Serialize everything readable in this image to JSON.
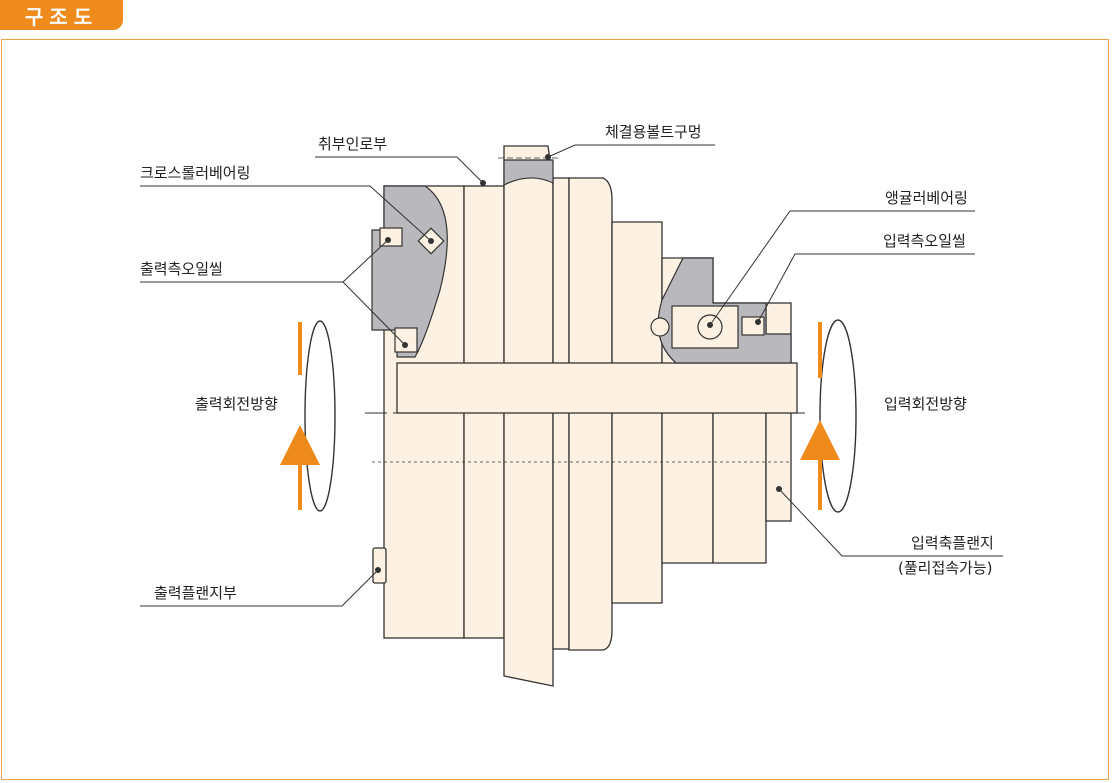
{
  "header": {
    "tag": "구조도"
  },
  "labels": {
    "cross_roller_bearing": "크로스롤러베어링",
    "mounting_spigot": "취부인로부",
    "fastening_bolt_hole": "체결용볼트구멍",
    "angular_bearing": "앵귤러베어링",
    "input_oil_seal": "입력측오일씰",
    "output_oil_seal": "출력측오일씰",
    "output_rotation": "출력회전방향",
    "input_rotation": "입력회전방향",
    "input_shaft_flange": "입력축플랜지",
    "pulley_connectable": "(풀리접속가능)",
    "output_flange": "출력플랜지부"
  },
  "colors": {
    "accent": "#ef8a1c",
    "body_fill": "#fdf1e3",
    "housing_gray": "#b9b9bd",
    "stroke": "#333333"
  }
}
